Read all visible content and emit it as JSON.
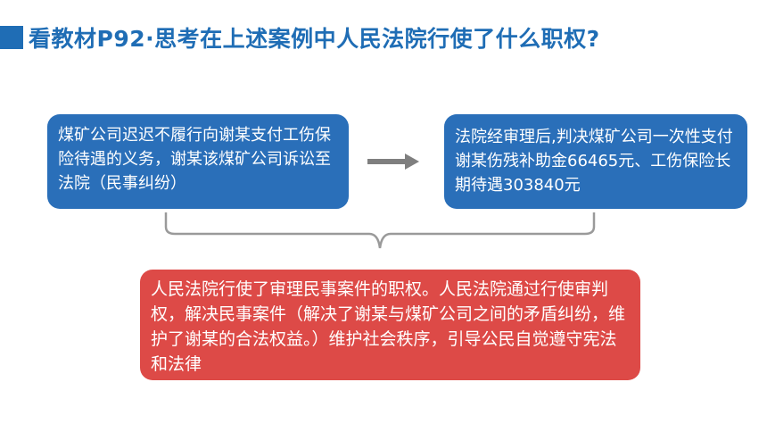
{
  "title": {
    "text": "看教材P92·思考在上述案例中人民法院行使了什么职权?"
  },
  "boxes": {
    "left_text": "煤矿公司迟迟不履行向谢某支付工伤保险待遇的义务，谢某该煤矿公司诉讼至法院（民事纠纷）",
    "right_text": "法院经审理后,判决煤矿公司一次性支付谢某伤残补助金66465元、工伤保险长期待遇303840元",
    "bottom_text": "人民法院行使了审理民事案件的职权。人民法院通过行使审判权，解决民事案件（解决了谢某与煤矿公司之间的矛盾纠纷，维护了谢某的合法权益。）维护社会秩序，引导公民自觉遵守宪法和法律"
  },
  "colors": {
    "title": "#1f6db5",
    "blue_box": "#2a6fb9",
    "red_box": "#dd4a47",
    "arrow": "#7f7f7f",
    "bracket": "#9a9a9a"
  },
  "icons": {
    "arrow": "right-arrow-icon",
    "bracket": "brace-icon"
  }
}
